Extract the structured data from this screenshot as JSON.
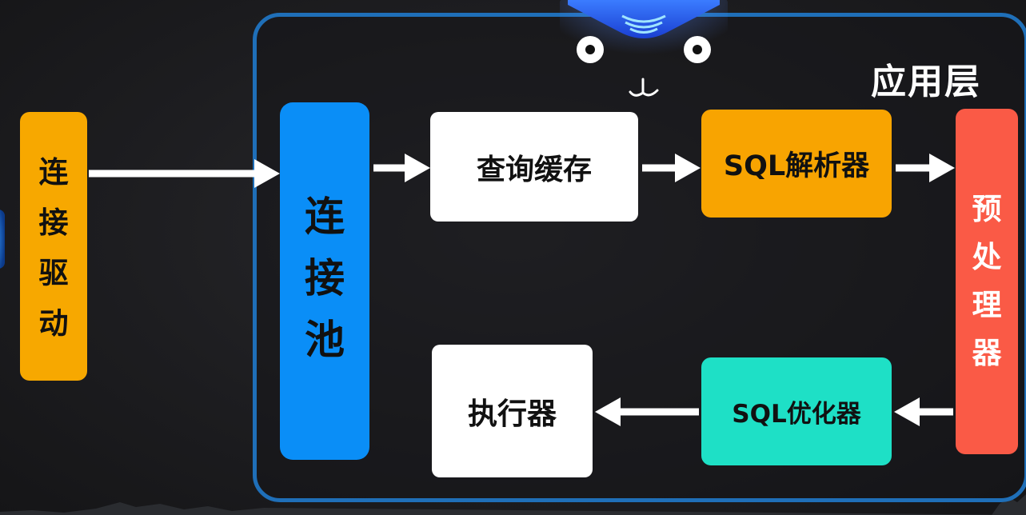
{
  "layer_title": "应用层",
  "nodes": {
    "driver": "连接驱动",
    "pool": "连接池",
    "cache": "查询缓存",
    "parser": "SQL解析器",
    "preprocessor": "预处理器",
    "optimizer": "SQL优化器",
    "executor": "执行器"
  },
  "colors": {
    "frame": "#1f6fb8",
    "driver": "#f7a800",
    "pool": "#0a8ef7",
    "cache": "#ffffff",
    "parser": "#f8a401",
    "preprocessor": "#fa5a46",
    "optimizer": "#1ee0c6",
    "executor": "#ffffff",
    "arrow": "#ffffff",
    "background": "#1d1d20"
  }
}
